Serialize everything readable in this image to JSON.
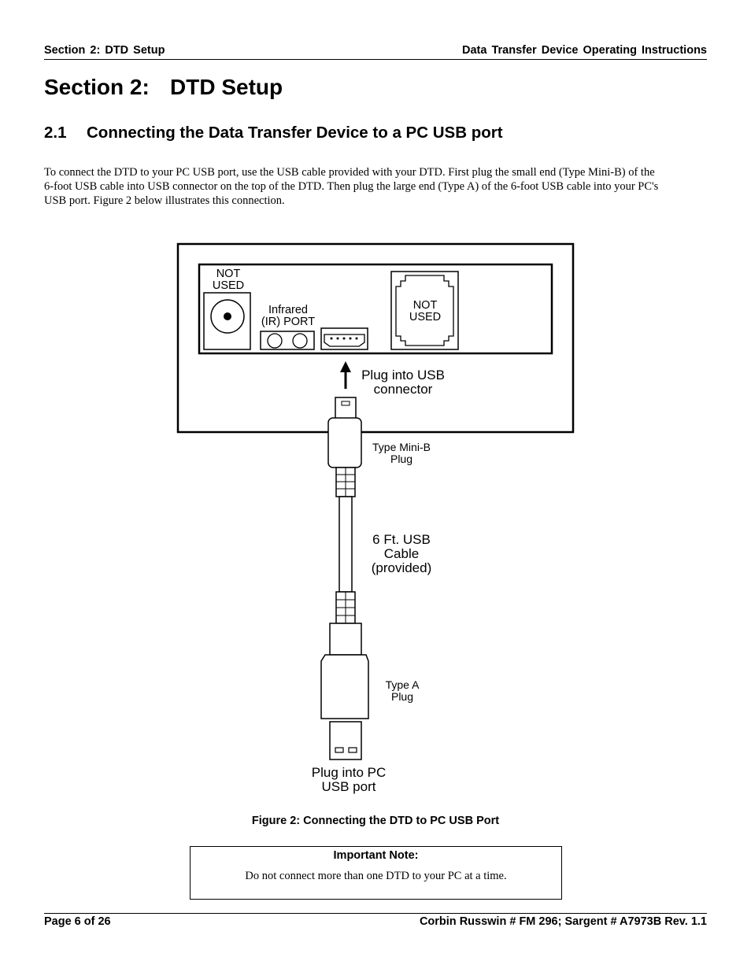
{
  "header": {
    "left": "Section 2: DTD Setup",
    "right": "Data Transfer Device Operating Instructions"
  },
  "section": {
    "number": "Section 2:",
    "title": "DTD Setup"
  },
  "subsection": {
    "number": "2.1",
    "title": "Connecting the Data Transfer Device to a PC USB port"
  },
  "paragraph": [
    "To connect the DTD to your PC USB port, use the USB cable provided with your DTD. First plug the small end (Type Mini-B) of the",
    "6-foot USB cable into USB connector on the top of the DTD. Then plug the large end (Type A) of the 6-foot USB cable into your PC's",
    "USB port.  Figure 2 below illustrates this connection."
  ],
  "figure": {
    "not_used_left": [
      "NOT",
      "USED"
    ],
    "infrared": [
      "Infrared",
      "(IR) PORT"
    ],
    "not_used_right": [
      "NOT",
      "USED"
    ],
    "plug_usb_connector": [
      "Plug into USB",
      "connector"
    ],
    "mini_b": [
      "Type Mini-B",
      "Plug"
    ],
    "cable": [
      "6 Ft. USB",
      "Cable",
      "(provided)"
    ],
    "type_a": [
      "Type A",
      "Plug"
    ],
    "plug_pc": [
      "Plug into PC",
      "USB port"
    ],
    "caption": "Figure 2: Connecting the DTD to PC USB Port"
  },
  "note": {
    "title": "Important Note:",
    "body": "Do not connect more than one DTD to your PC at a time."
  },
  "footer": {
    "left": "Page 6 of 26",
    "right": "Corbin Russwin # FM 296; Sargent # A7973B  Rev. 1.1"
  }
}
